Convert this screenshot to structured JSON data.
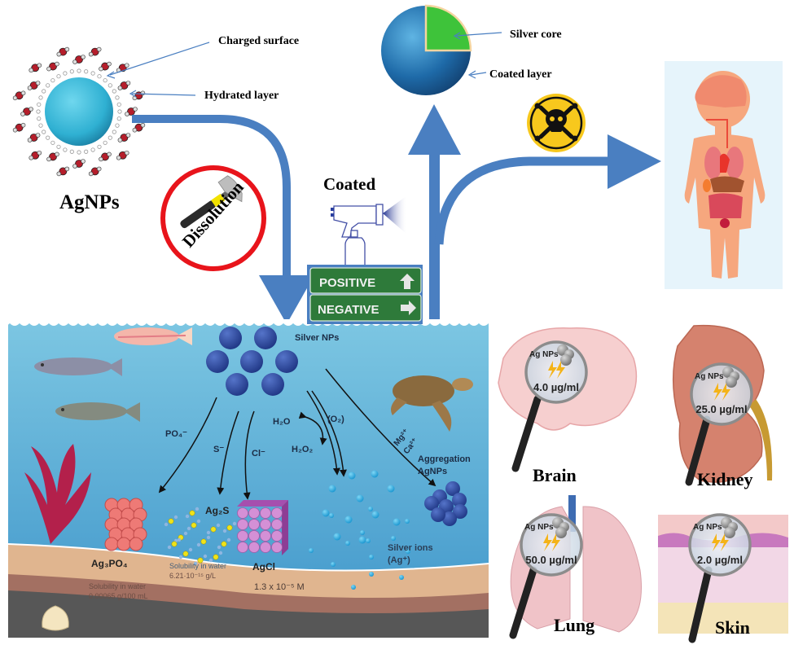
{
  "title": "AgNPs fate, transformation and toxicity",
  "colors": {
    "arrow_blue": "#4a7fc1",
    "water_top": "#78c4e0",
    "water_bottom": "#3f97cc",
    "sediment_sand": "#e0b58f",
    "sediment_brown": "#a37062",
    "sediment_dark": "#575757",
    "nanoparticle_navy": "#263f8f",
    "ion_blue": "#22a0d6",
    "no_sign_red": "#e8141b",
    "sign_green": "#2e7a3a",
    "toxic_yellow": "#f7c81d",
    "silver_core_green": "#3fc23a"
  },
  "agnp_structure": {
    "label": "AgNPs",
    "charged_surface_label": "Charged surface",
    "hydrated_layer_label": "Hydrated layer"
  },
  "dissolution": {
    "label": "Dissolution",
    "icon": "hammer-prohibited-icon"
  },
  "coated": {
    "label": "Coated",
    "icon": "spray-gun-icon",
    "silver_core_label": "Silver core",
    "coated_layer_label": "Coated layer"
  },
  "road_sign": {
    "positive_label": "POSITIVE",
    "negative_label": "NEGATIVE"
  },
  "toxic_icon": "skull-crossbones-icon",
  "human_icon": "child-organs-icon",
  "aquatic": {
    "silver_nps_label": "Silver NPs",
    "reactants": {
      "po4": "PO₄⁻",
      "s": "S⁻",
      "cl": "Cl⁻",
      "h2o": "H₂O",
      "h2o2": "H₂O₂",
      "o2": "(O₂)",
      "mg": "Mg²⁺",
      "ca": "Ca²⁺"
    },
    "products": [
      {
        "name": "Ag₃PO₄",
        "solubility_label": "Solubility in water",
        "solubility_value": "0.00065 g/100 mL"
      },
      {
        "name": "Ag₂S",
        "solubility_label": "Solubility in water",
        "solubility_value": "6.21·10⁻¹⁵ g/L"
      },
      {
        "name": "AgCl",
        "solubility_value": "1.3 x 10⁻⁵ M"
      },
      {
        "name": "Silver ions",
        "sub": "(Ag⁺)"
      },
      {
        "name": "Aggregation",
        "sub": "AgNPs"
      }
    ]
  },
  "organs": [
    {
      "name": "Brain",
      "np_label": "Ag NPs",
      "concentration": "4.0 µg/ml"
    },
    {
      "name": "Kidney",
      "np_label": "Ag NPs",
      "concentration": "25.0 µg/ml"
    },
    {
      "name": "Lung",
      "np_label": "Ag NPs",
      "concentration": "50.0 µg/ml"
    },
    {
      "name": "Skin",
      "np_label": "Ag NPs",
      "concentration": "2.0 µg/ml"
    }
  ]
}
